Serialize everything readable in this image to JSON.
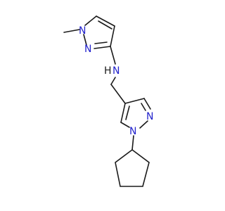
{
  "molecule": {
    "labels": {
      "pyrazole_a_n1": "N",
      "pyrazole_a_n2": "N",
      "amine_n": "N",
      "amine_h": "H",
      "pyrazole_b_n2": "N",
      "pyrazole_b_n1": "N"
    },
    "colors": {
      "bond": "#1a1a1a",
      "nitrogen": "#2222cc",
      "hydrogen": "#1a1a1a",
      "background": "#ffffff"
    }
  }
}
